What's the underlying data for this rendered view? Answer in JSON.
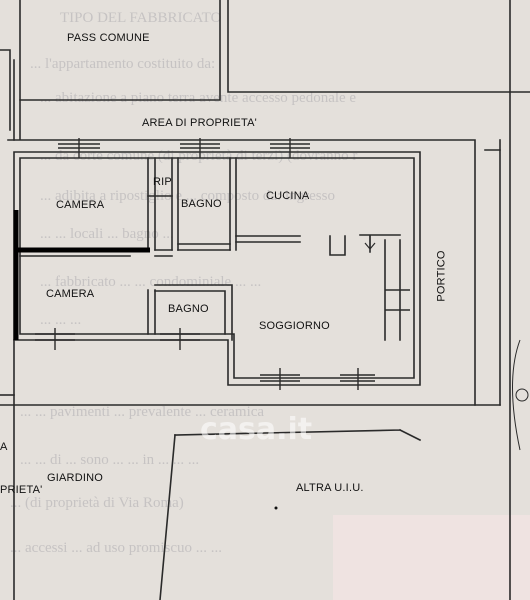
{
  "rooms": {
    "pass_comune": "PASS COMUNE",
    "area_proprieta": "AREA DI PROPRIETA'",
    "rip": "RIP",
    "bagno_1": "BAGNO",
    "cucina": "CUCINA",
    "camera_1": "CAMERA",
    "camera_2": "CAMERA",
    "bagno_2": "BAGNO",
    "soggiorno": "SOGGIORNO",
    "portico": "PORTICO",
    "giardino": "GIARDINO",
    "altra_uiu": "ALTRA U.I.U.",
    "left_a": "A",
    "left_prieta": "PRIETA'"
  },
  "watermark": "casa.it",
  "background_text": [
    "TIPO DEL FABBRICATO",
    "... l'appartamento costituito da:",
    "... abitazione a piano terra avente accesso pedonale e",
    "... da corte comune (di proprietà di terzi) (dovranno r",
    "... adibita a ripostiglio e ... composto da: ingresso",
    "... ... locali ... bagno ...",
    "... fabbricato ... ... condominiale ... ...",
    "... ... ...",
    "... ... pavimenti ... prevalente ... ceramica",
    "... ... di ... sono ... ... in ... ... ...",
    "... (di proprietà di Via Roma)",
    "... accessi ... ad uso promiscuo ... ..."
  ],
  "colors": {
    "background": "#e4e0db",
    "walls": "#2a2a2a",
    "thick_wall": "#000000",
    "pink_block": "#efe3e1"
  }
}
